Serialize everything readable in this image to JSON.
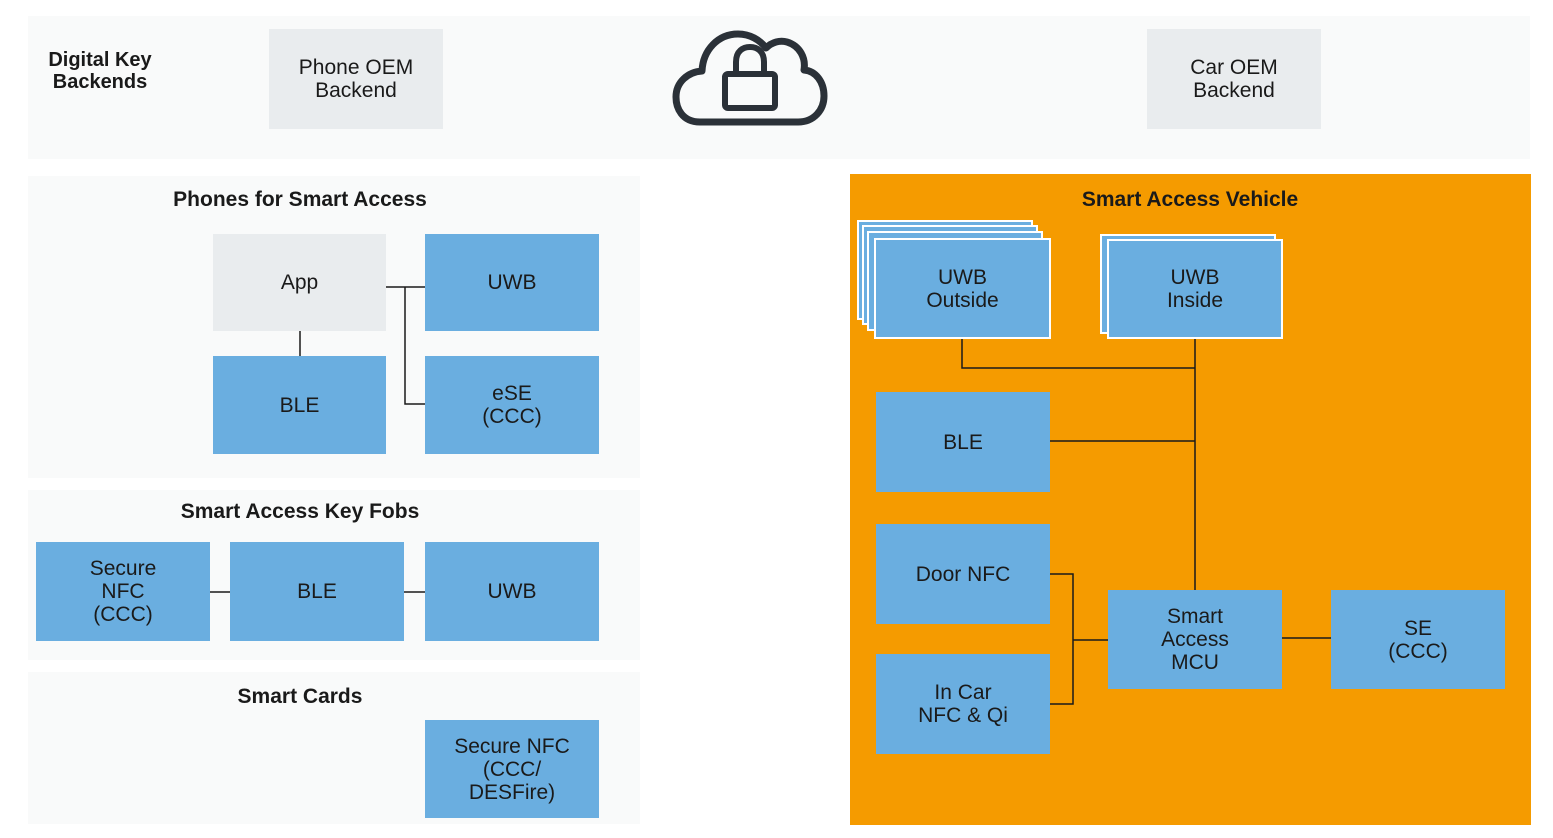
{
  "backends": {
    "title": "Digital Key\nBackends",
    "phone_oem": "Phone OEM\nBackend",
    "car_oem": "Car OEM\nBackend",
    "cloud_icon": "cloud-lock-icon"
  },
  "phones": {
    "title": "Phones for Smart Access",
    "app": "App",
    "uwb": "UWB",
    "ble": "BLE",
    "ese": "eSE\n(CCC)"
  },
  "fobs": {
    "title": "Smart Access Key Fobs",
    "secure_nfc": "Secure\nNFC\n(CCC)",
    "ble": "BLE",
    "uwb": "UWB"
  },
  "cards": {
    "title": "Smart Cards",
    "secure_nfc": "Secure NFC\n(CCC/\nDESFire)"
  },
  "vehicle": {
    "title": "Smart Access Vehicle",
    "uwb_outside": "UWB\nOutside",
    "uwb_inside": "UWB\nInside",
    "ble": "BLE",
    "door_nfc": "Door NFC",
    "in_car_nfc": "In Car\nNFC & Qi",
    "mcu": "Smart\nAccess\nMCU",
    "se": "SE\n(CCC)"
  },
  "colors": {
    "block_blue": "#6aaee0",
    "vehicle_orange": "#f59b00",
    "app_grey": "#e9ecee",
    "panel_bg": "#f9fafa"
  }
}
